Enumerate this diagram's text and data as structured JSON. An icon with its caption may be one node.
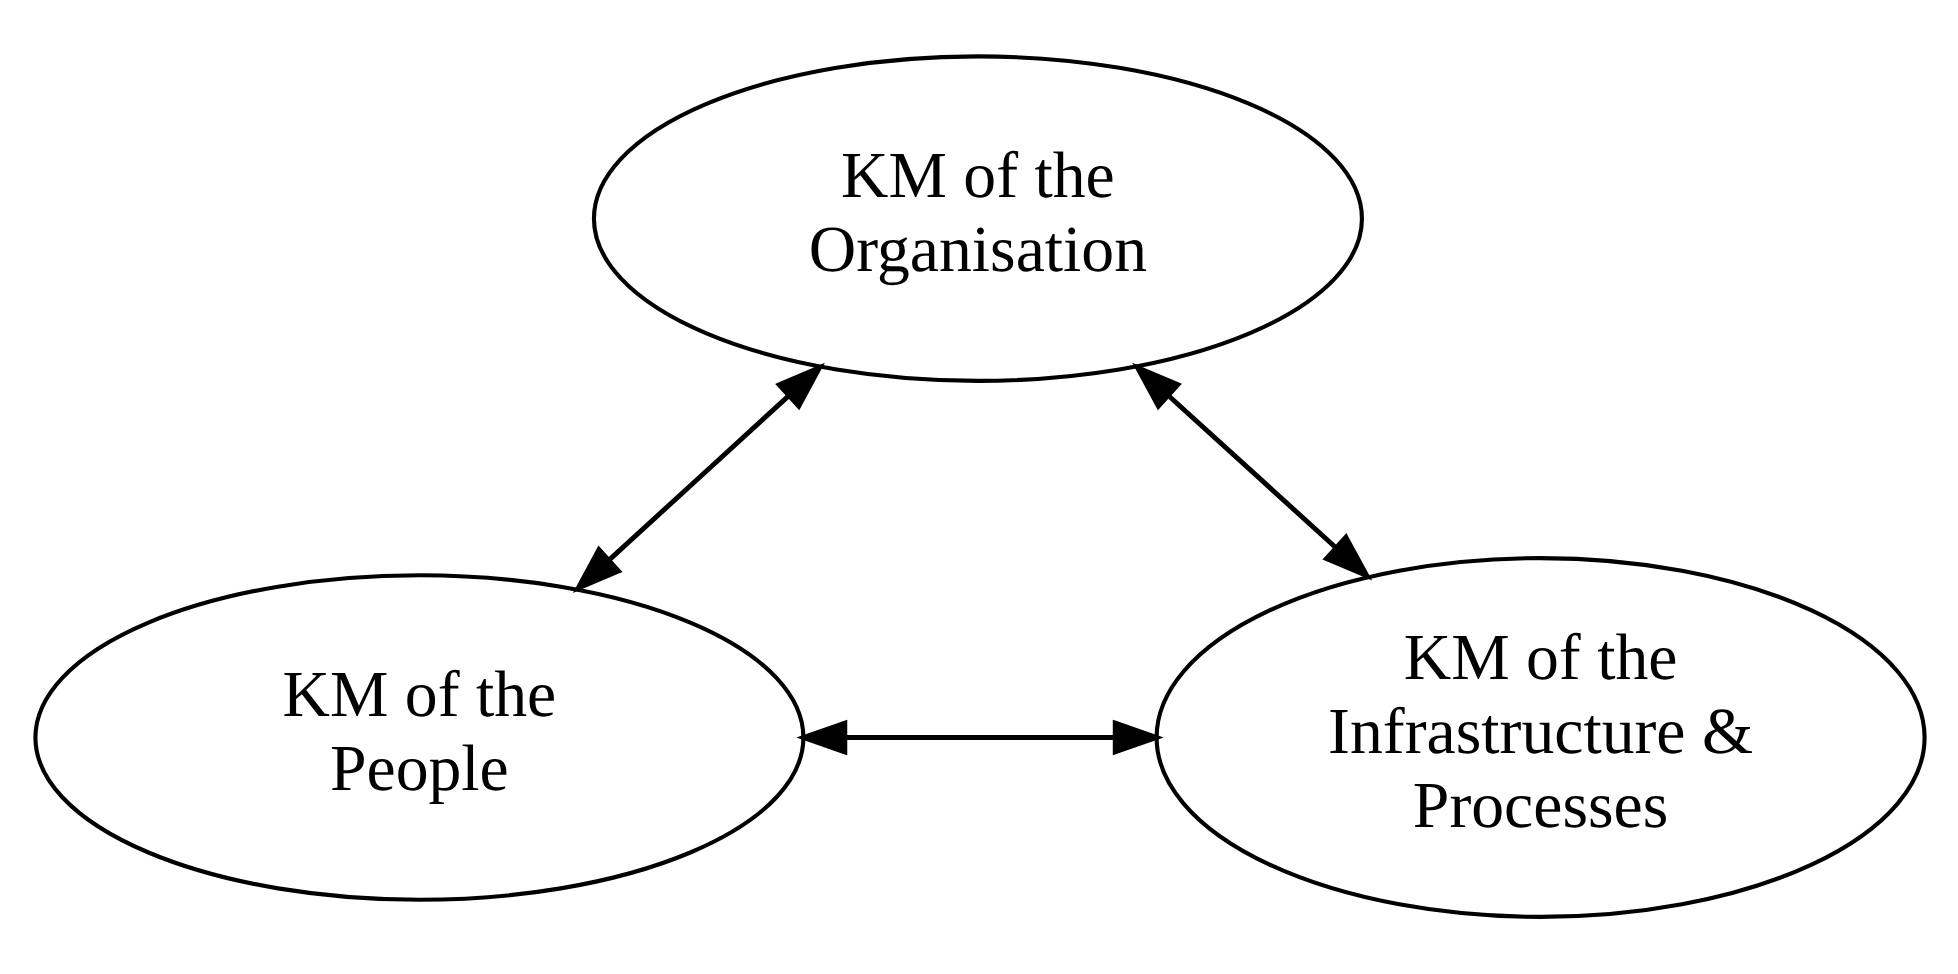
{
  "diagram": {
    "nodes": [
      {
        "text": [
          "KM of the Organisation"
        ]
      },
      {
        "text": [
          "KM of the People"
        ]
      },
      {
        "text": [
          "KM of the Infrastructure & Processes"
        ]
      }
    ],
    "edges": [
      {
        "from": 0,
        "to": 1,
        "arrow": "both"
      },
      {
        "from": 0,
        "to": 2,
        "arrow": "both"
      },
      {
        "from": 1,
        "to": 2,
        "arrow": "both"
      }
    ]
  }
}
